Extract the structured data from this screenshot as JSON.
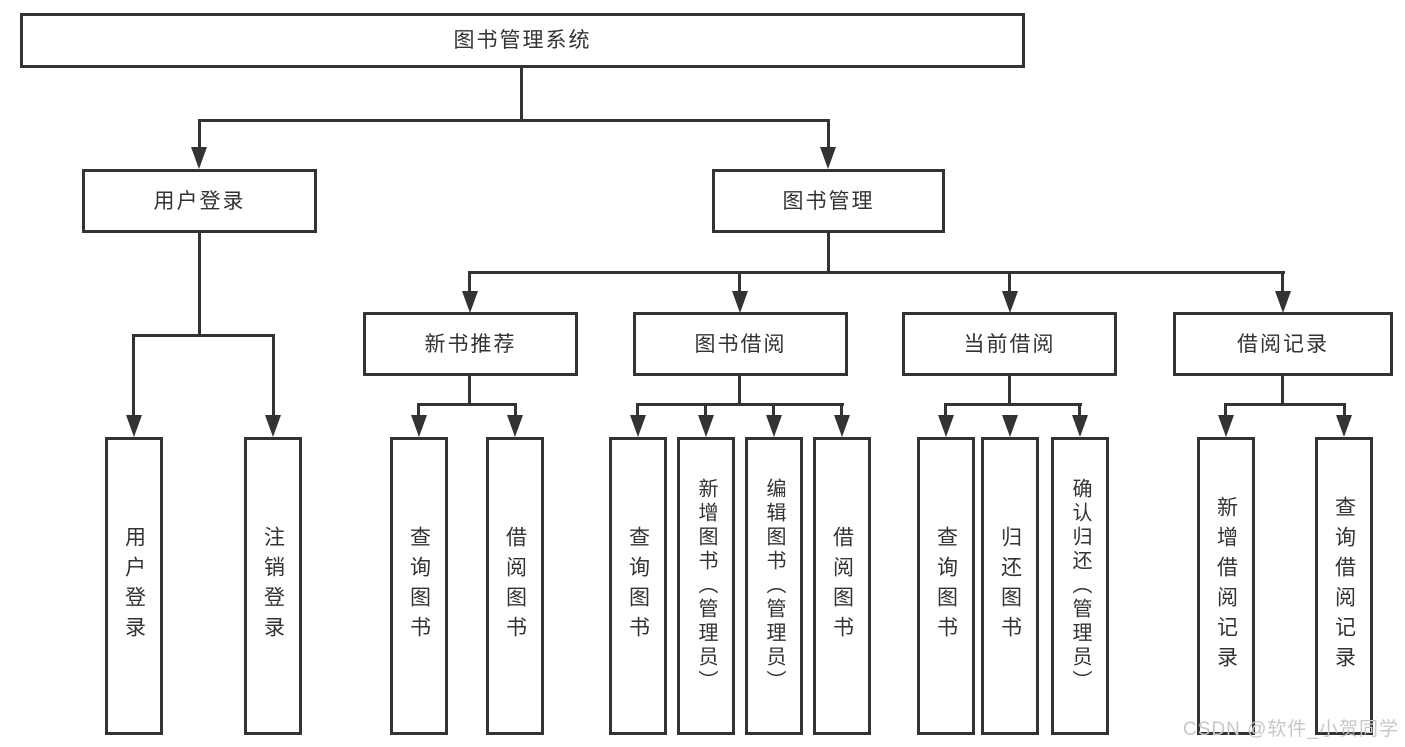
{
  "tree": {
    "root": "图书管理系统",
    "branches": [
      {
        "label": "用户登录",
        "children": [
          "用户登录",
          "注销登录"
        ]
      },
      {
        "label": "图书管理",
        "groups": [
          {
            "label": "新书推荐",
            "children": [
              "查询图书",
              "借阅图书"
            ]
          },
          {
            "label": "图书借阅",
            "children": [
              "查询图书",
              "新增图书（管理员）",
              "编辑图书（管理员）",
              "借阅图书"
            ]
          },
          {
            "label": "当前借阅",
            "children": [
              "查询图书",
              "归还图书",
              "确认归还（管理员）"
            ]
          },
          {
            "label": "借阅记录",
            "children": [
              "新增借阅记录",
              "查询借阅记录"
            ]
          }
        ]
      }
    ]
  },
  "watermark": {
    "text": "CSDN @软件_小贺同学",
    "color": "#c7c7c7"
  },
  "style": {
    "stroke": "#333333",
    "background": "#ffffff"
  }
}
